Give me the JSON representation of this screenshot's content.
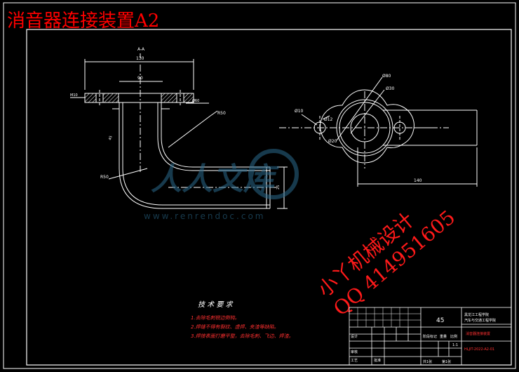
{
  "drawing": {
    "title": "消音器连接装置A2",
    "section_label": "A-A",
    "dimensions": {
      "flange_width": "130",
      "bore": "90",
      "r50": "R50",
      "r50_inner": "R50",
      "diameter": "Ø60",
      "side_dim": "45",
      "thread": "M10",
      "d30": "Ø30",
      "d80": "Ø80",
      "d10": "Ø10",
      "d12": "Ø12",
      "d20": "Ø20",
      "length": "140",
      "height_right": "25"
    }
  },
  "watermark": {
    "brand": "人人文库",
    "url": "www.renrendoc.com",
    "designer": "小丫机械设计",
    "qq": "QQ 414951605"
  },
  "requirements": {
    "heading": "技 术 要 求",
    "items": [
      "1.去除毛刺锐边倒钝。",
      "2.焊缝不得有裂纹、虚焊、夹渣等缺陷。",
      "3.焊接表面打磨平整，去除毛刺、飞边、焊渣。"
    ]
  },
  "title_block": {
    "material": "45",
    "school": "黑龙江工程学院",
    "dept": "汽车与交通工程学院",
    "part_name": "消音器连接装置",
    "scale": "1:1",
    "labels": {
      "drawn": "设计",
      "checked": "审核",
      "craft": "工艺",
      "approve": "批准",
      "stage": "阶段标记",
      "weight": "重量",
      "ratio": "比例",
      "sheets": "共1张",
      "sheet": "第1张"
    },
    "code": "HLJIT-2022-A2-01"
  }
}
